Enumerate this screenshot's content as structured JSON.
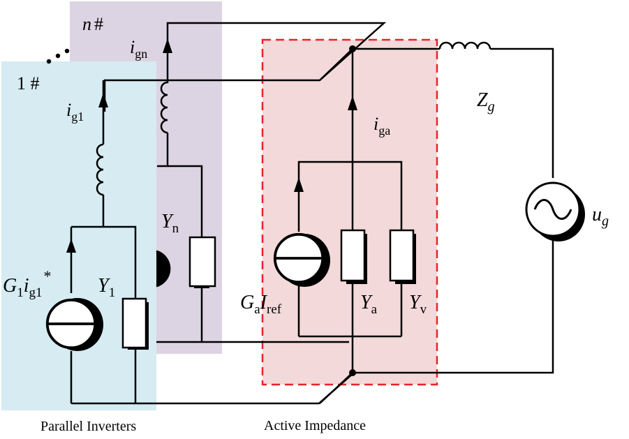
{
  "labels": {
    "n_hash": {
      "n": "n",
      "hash": "#"
    },
    "one_hash": "1 #",
    "i_gn": {
      "base": "i",
      "sub": "gn"
    },
    "i_g1": {
      "base": "i",
      "sub": "g1"
    },
    "i_ga": {
      "base": "i",
      "sub": "ga"
    },
    "Z_g": {
      "base": "Z",
      "sub": "g"
    },
    "u_g": {
      "base": "u",
      "sub": "g"
    },
    "Y_n": {
      "base": "Y",
      "sub": "n"
    },
    "Y_1": {
      "base": "Y",
      "sub": "1"
    },
    "Y_a": {
      "base": "Y",
      "sub": "a"
    },
    "Y_v": {
      "base": "Y",
      "sub": "v"
    },
    "G1_ig1": {
      "g": "G",
      "g_sub": "1",
      "i": "i",
      "i_sub": "g1",
      "sup": "*"
    },
    "Ga_Iref": {
      "g": "G",
      "g_sub": "a",
      "i": "I",
      "i_sub": "ref"
    }
  },
  "captions": {
    "parallel_inverters": "Parallel Inverters",
    "active_impedance": "Active Impedance"
  },
  "colors": {
    "inverter_1_fill": "#d6ebf2",
    "inverter_n_fill": "#ddd4e3",
    "active_impedance_fill": "#f3d9d9",
    "active_impedance_border": "#e8232a",
    "wire": "#000000"
  }
}
